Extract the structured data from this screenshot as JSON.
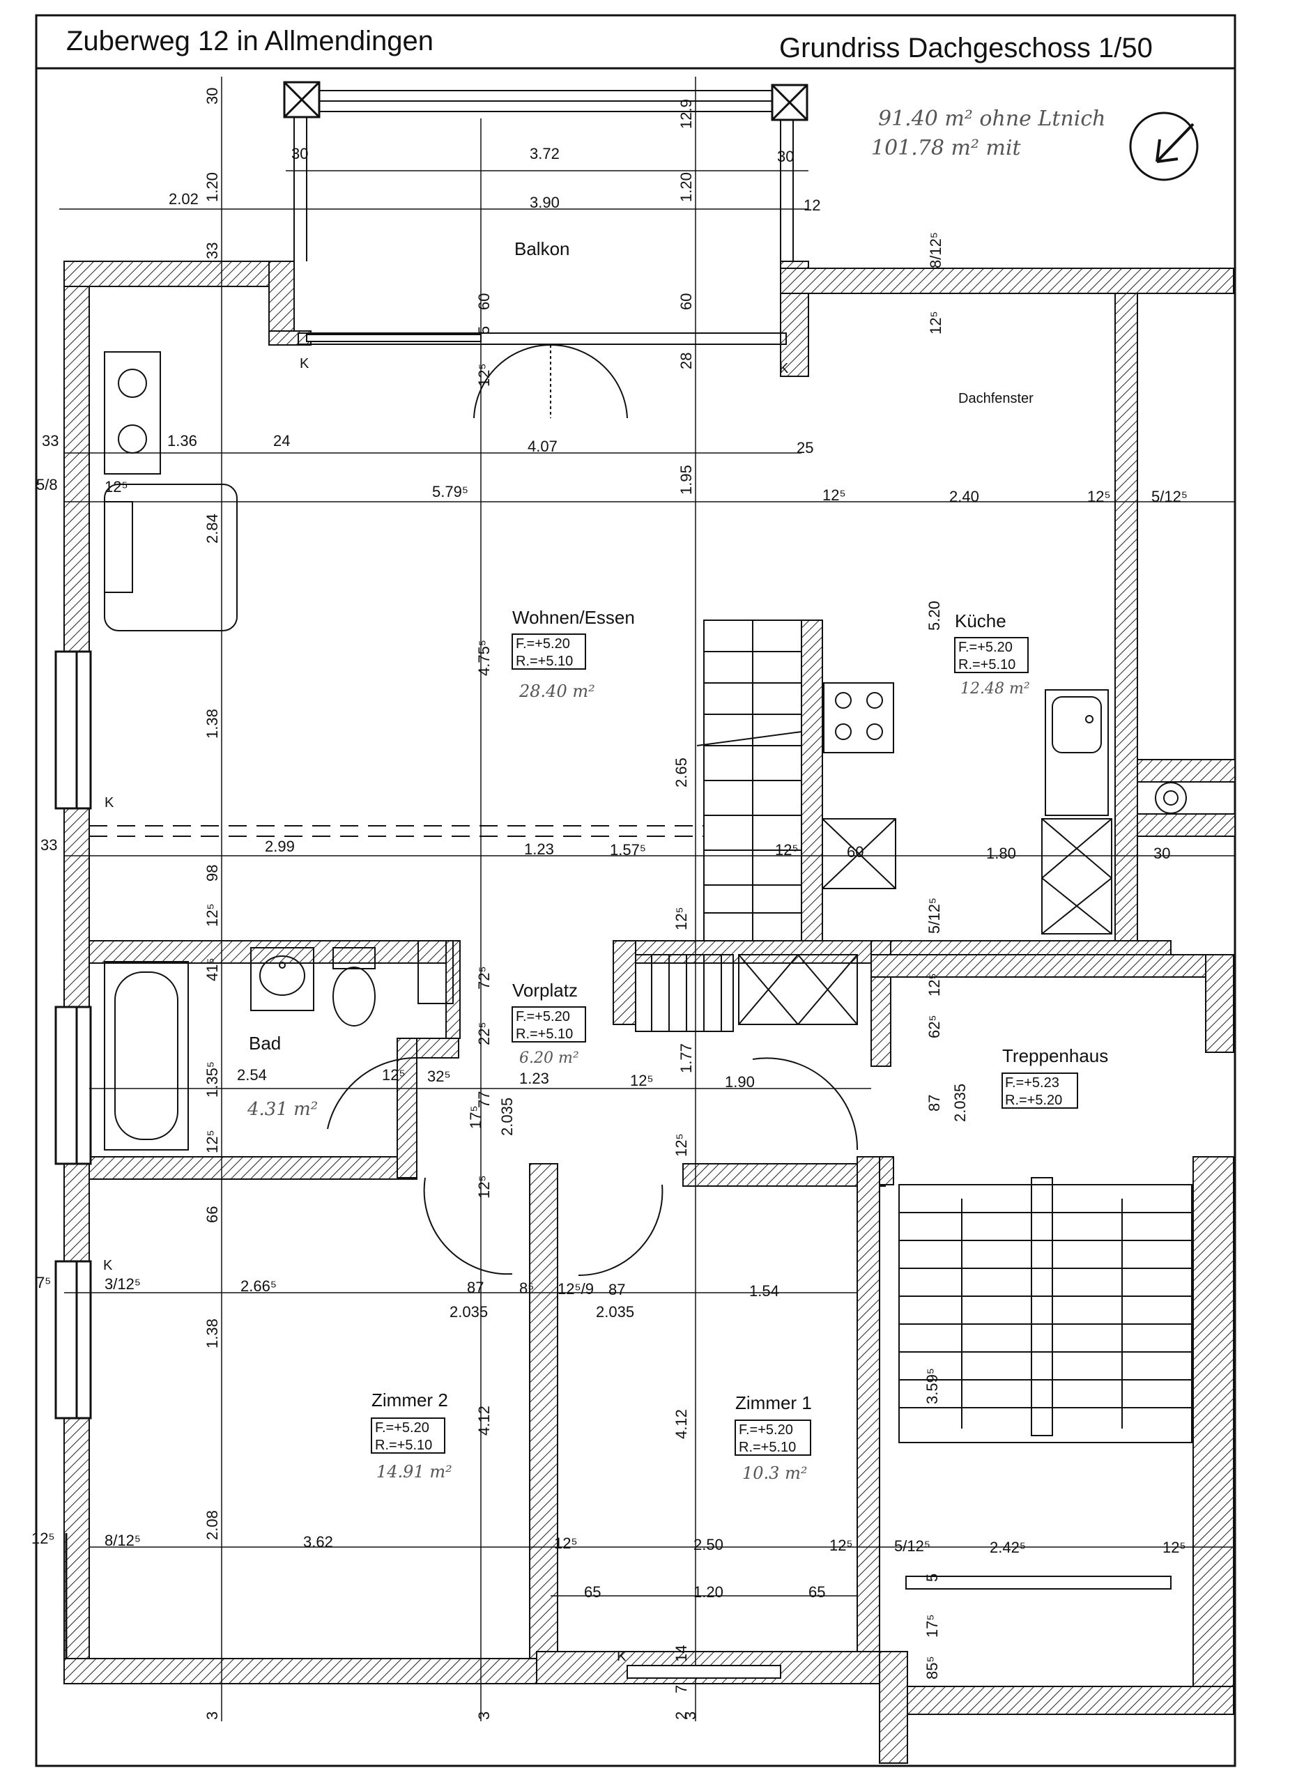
{
  "header": {
    "address": "Zuberweg 12 in Allmendingen",
    "plan_title": "Grundriss Dachgeschoss 1/50"
  },
  "handwritten": {
    "area_without": "91.40 m² ohne Ltnich",
    "area_with": "101.78 m² mit"
  },
  "rooms": {
    "balkon": {
      "name": "Balkon"
    },
    "dachfenster": {
      "name": "Dachfenster"
    },
    "wohnen": {
      "name": "Wohnen/Essen",
      "f": "F.=+5.20",
      "r": "R.=+5.10",
      "area": "28.40 m²"
    },
    "kueche": {
      "name": "Küche",
      "f": "F.=+5.20",
      "r": "R.=+5.10",
      "area": "12.48 m²"
    },
    "vorplatz": {
      "name": "Vorplatz",
      "f": "F.=+5.20",
      "r": "R.=+5.10",
      "area": "6.20 m²"
    },
    "bad": {
      "name": "Bad",
      "area": "4.31 m²"
    },
    "treppenhaus": {
      "name": "Treppenhaus",
      "f": "F.=+5.23",
      "r": "R.=+5.20"
    },
    "zimmer2": {
      "name": "Zimmer 2",
      "f": "F.=+5.20",
      "r": "R.=+5.10",
      "area": "14.91 m²"
    },
    "zimmer1": {
      "name": "Zimmer 1",
      "f": "F.=+5.20",
      "r": "R.=+5.10",
      "area": "10.3 m²"
    }
  },
  "dimensions": {
    "d30a": "30",
    "d372": "3.72",
    "d30b": "30",
    "d390": "3.90",
    "d202": "2.02",
    "d120a": "1.20",
    "d120b": "1.20",
    "d12a": "12",
    "d33a": "33",
    "d60a": "60",
    "d60b": "60",
    "d129": "12.9",
    "d812": "8/12⁵",
    "d125a": "12⁵",
    "d5a": "5",
    "d28": "28",
    "d125b": "12⁵",
    "d33b": "33",
    "d136": "1.36",
    "d24": "24",
    "d407": "4.07",
    "d25": "25",
    "d58": "5/8",
    "d125c": "12⁵",
    "d5795": "5.79⁵",
    "d195": "1.95",
    "d125d": "12⁵",
    "d240": "2.40",
    "d125e": "12⁵",
    "d5125a": "5/12⁵",
    "d284": "2.84",
    "d4755": "4.75⁵",
    "d520": "5.20",
    "d138a": "1.38",
    "d265": "2.65",
    "d33c": "33",
    "d299": "2.99",
    "d123a": "1.23",
    "d1575": "1.57⁵",
    "d125f": "12⁵",
    "d60c": "60",
    "d180": "1.80",
    "d30c": "30",
    "d98": "98",
    "d125g": "12⁵",
    "d125h": "12⁵",
    "d5125b": "5/12⁵",
    "d415": "41⁵",
    "d725": "72⁵",
    "d625": "62⁵",
    "d125i": "12⁵",
    "d225": "22⁵",
    "d1355": "1.35⁵",
    "d254": "2.54",
    "d125j": "12⁵",
    "d325": "32⁵",
    "d123b": "1.23",
    "d125k": "12⁵",
    "d177": "1.77",
    "d190": "1.90",
    "d87a": "87",
    "d2035a": "2.035",
    "d1755": "17⁵",
    "d77": "77",
    "d2035b": "2.035",
    "d125l": "12⁵",
    "d125m": "12⁵",
    "d125n": "12⁵",
    "d66": "66",
    "d75": "7⁵",
    "d3125": "3/12⁵",
    "d2665": "2.66⁵",
    "d87b": "87",
    "d85": "8⁵",
    "d1259": "12⁵/9",
    "d87c": "87",
    "d154": "1.54",
    "d2035c": "2.035",
    "d2035d": "2.035",
    "d138b": "1.38",
    "d412a": "4.12",
    "d412b": "4.12",
    "d3595": "3.59⁵",
    "d125o": "12⁵",
    "d8125": "8/12⁵",
    "d208": "2.08",
    "d362": "3.62",
    "d125p": "12⁵",
    "d250": "2.50",
    "d125q": "12⁵",
    "d5125c": "5/12⁵",
    "d2425": "2.42⁵",
    "d125r": "12⁵",
    "d65a": "65",
    "d120c": "1.20",
    "d65b": "65",
    "d14": "14",
    "d5b": "5",
    "d175": "17⁵",
    "d855": "85⁵",
    "d7": "7",
    "d2": "2",
    "d3a": "3",
    "d3b": "3",
    "d3c": "3"
  },
  "markers": {
    "k": "K"
  }
}
